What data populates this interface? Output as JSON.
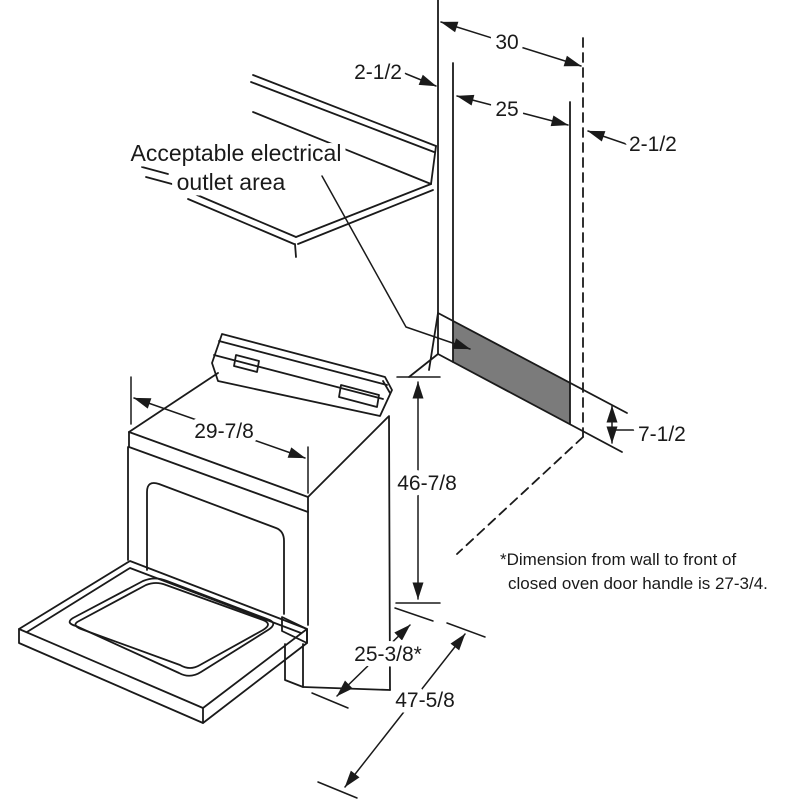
{
  "labels": {
    "outlet_line1": "Acceptable electrical",
    "outlet_line2": "outlet area"
  },
  "dimensions": {
    "wall_opening_width": "30",
    "counter_opening_width": "25",
    "left_clearance": "2-1/2",
    "right_clearance": "2-1/2",
    "outlet_band_height": "7-1/2",
    "range_width": "29-7/8",
    "range_height": "46-7/8",
    "range_depth": "25-3/8*",
    "depth_door_open": "47-5/8"
  },
  "note": {
    "line1": "*Dimension from wall to front of",
    "line2": "closed oven door handle is 27-3/4."
  },
  "colors": {
    "line": "#1a1a1a",
    "outlet_fill": "#7b7b7b",
    "background": "#ffffff"
  }
}
